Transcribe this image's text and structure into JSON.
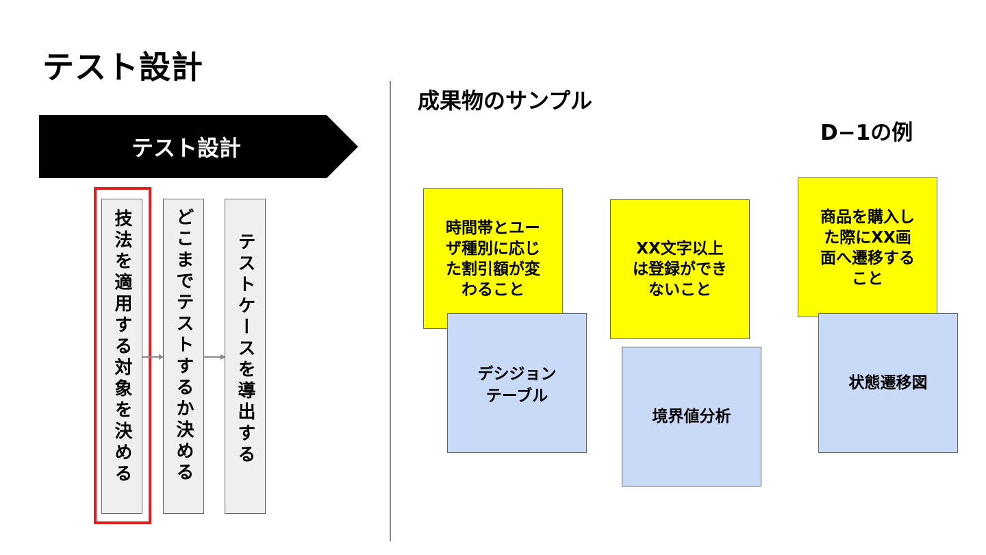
{
  "title": "テスト設計",
  "banner": {
    "label": "テスト設計"
  },
  "steps": [
    {
      "text": "技法を適用する対象を決める",
      "highlighted": true
    },
    {
      "text": "どこまでテストするか決める",
      "highlighted": false
    },
    {
      "text": "テストケースを導出する",
      "highlighted": false
    }
  ],
  "sample": {
    "title": "成果物のサンプル",
    "example_label": "D−1の例",
    "requirements": [
      {
        "lines": [
          "時間帯とユー",
          "ザ種別に応じ",
          "た割引額が変",
          "わること"
        ]
      },
      {
        "lines": [
          "XX文字以上",
          "は登録ができ",
          "ないこと"
        ]
      },
      {
        "lines": [
          "商品を購入し",
          "た際にXX画",
          "面へ遷移する",
          "こと"
        ]
      }
    ],
    "techniques": [
      {
        "lines": [
          "デシジョン",
          "テーブル"
        ]
      },
      {
        "lines": [
          "境界値分析"
        ]
      },
      {
        "lines": [
          "状態遷移図"
        ]
      }
    ]
  },
  "colors": {
    "banner": "#000000",
    "highlight": "#e0201f",
    "requirement_note": "#ffff00",
    "technique_note": "#c9daf8",
    "step_box": "#efefef"
  }
}
